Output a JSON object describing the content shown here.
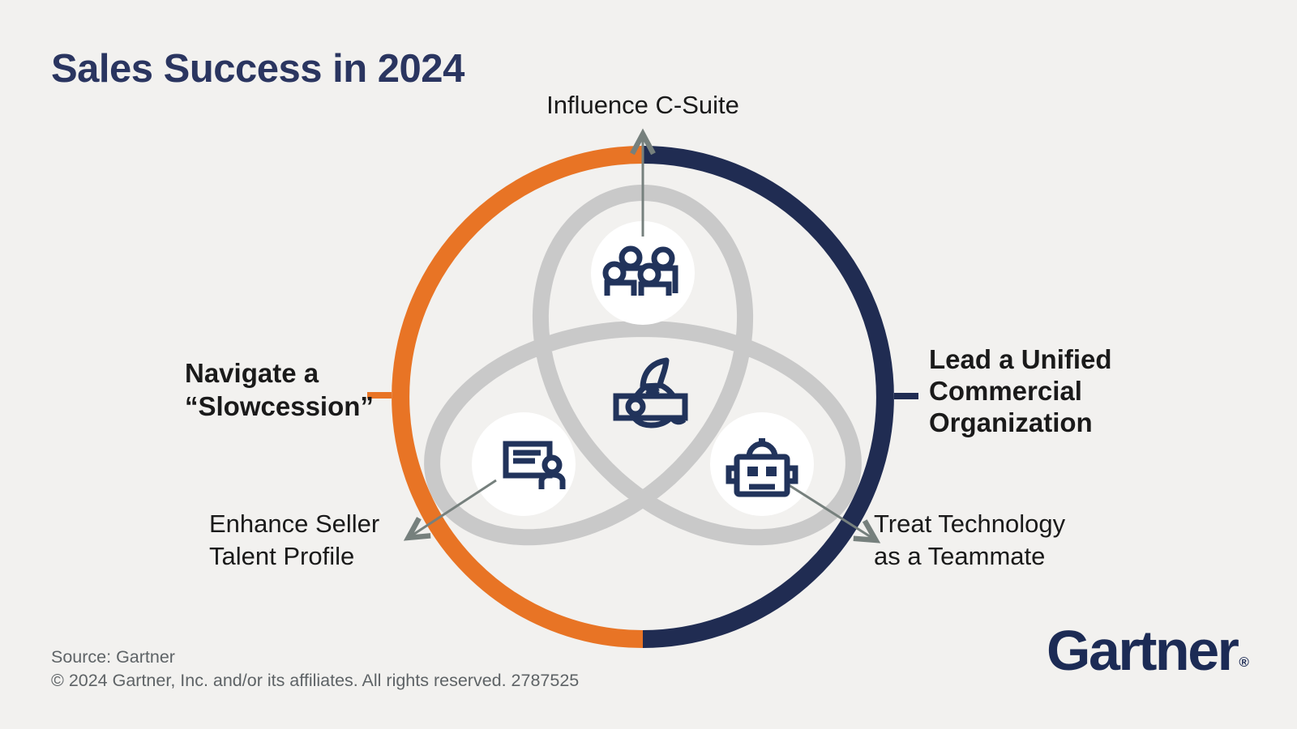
{
  "title": "Sales Success in 2024",
  "colors": {
    "orange": "#E87425",
    "navy": "#202C52",
    "icon_navy": "#21335B",
    "trefoil_gray": "#C9C9C9",
    "arrow_gray": "#76807D",
    "text_dark": "#1A1A1A",
    "title_navy": "#2A3560",
    "logo_navy": "#1C2B55",
    "footer_gray": "#5E6366",
    "background": "#F2F1EF",
    "node_white": "#FFFFFF"
  },
  "diagram": {
    "top_label": "Influence C-Suite",
    "left_label": {
      "line1": "Navigate a",
      "line2": "“Slowcession”"
    },
    "right_label": {
      "line1": "Lead a Unified",
      "line2": "Commercial",
      "line3": "Organization"
    },
    "bottom_left_label": {
      "line1": "Enhance Seller",
      "line2": "Talent Profile"
    },
    "bottom_right_label": {
      "line1": "Treat Technology",
      "line2": "as a Teammate"
    },
    "icons": {
      "top": "meeting-people-icon",
      "bottom_left": "presentation-board-icon",
      "bottom_right": "robot-icon",
      "center": "money-bag-icon"
    }
  },
  "footer": {
    "source": "Source: Gartner",
    "copyright": "© 2024 Gartner, Inc. and/or its affiliates. All rights reserved. 2787525"
  },
  "logo": {
    "text": "Gartner",
    "registered_mark": "®"
  }
}
